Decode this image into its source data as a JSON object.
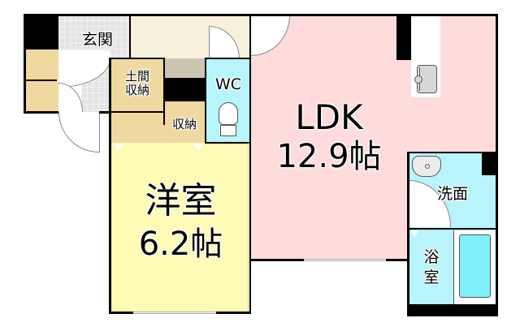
{
  "floorplan": {
    "rooms": {
      "genkan": {
        "label": "玄関"
      },
      "doma_storage": {
        "label_line1": "土間",
        "label_line2": "収納"
      },
      "storage": {
        "label": "収納"
      },
      "wc": {
        "label": "WC"
      },
      "ldk": {
        "label": "LDK",
        "size": "12.9帖"
      },
      "western_room": {
        "label": "洋室",
        "size": "6.2帖"
      },
      "washroom": {
        "label": "洗面"
      },
      "bathroom": {
        "label_line1": "浴",
        "label_line2": "室"
      }
    },
    "colors": {
      "ldk": "#ffdcdc",
      "western_room": "#fefbb7",
      "storage": "#f0d9a0",
      "hallway": "#f7f0dc",
      "wet_area": "#b8f4fb",
      "bathtub": "#7ff0fa",
      "genkan_tile": "#e4e4e4",
      "wall": "#000000"
    }
  }
}
